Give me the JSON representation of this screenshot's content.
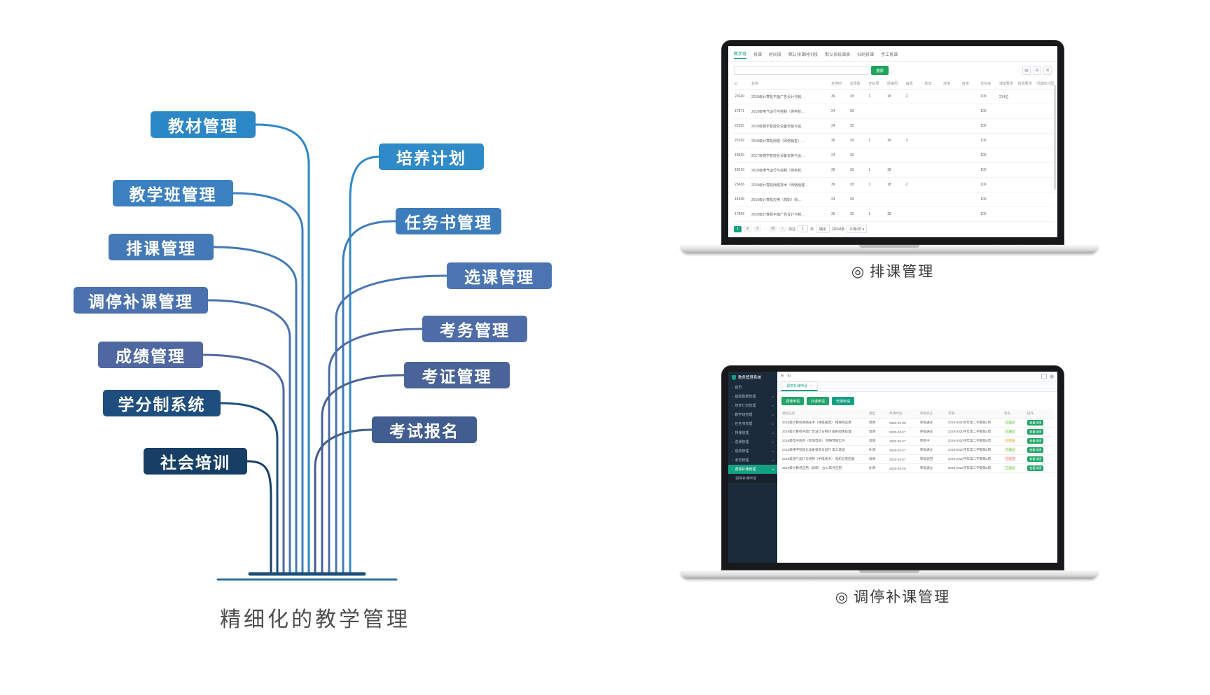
{
  "diagram": {
    "caption": "精细化的教学管理",
    "left_nodes": [
      {
        "label": "教材管理",
        "color": "#2c87c7"
      },
      {
        "label": "教学班管理",
        "color": "#3b80c0"
      },
      {
        "label": "排课管理",
        "color": "#4379b7"
      },
      {
        "label": "调停补课管理",
        "color": "#4b72af"
      },
      {
        "label": "成绩管理",
        "color": "#4f68a2"
      },
      {
        "label": "学分制系统",
        "color": "#1e4e7e"
      },
      {
        "label": "社会培训",
        "color": "#173f66"
      }
    ],
    "right_nodes": [
      {
        "label": "培养计划",
        "color": "#2f8ac8"
      },
      {
        "label": "任务书管理",
        "color": "#3e7dbc"
      },
      {
        "label": "选课管理",
        "color": "#4a75b2"
      },
      {
        "label": "考务管理",
        "color": "#4e6ca8"
      },
      {
        "label": "考证管理",
        "color": "#4a6398"
      },
      {
        "label": "考试报名",
        "color": "#425e90"
      }
    ]
  },
  "laptop1": {
    "caption_bullet": "◎",
    "caption": "排课管理",
    "tabs": [
      "教学班",
      "排课",
      "时间段",
      "默认排课时间段",
      "默认系统课表",
      "扫码排课",
      "手工排课"
    ],
    "search_button": "搜索",
    "tool_icons": [
      "▤",
      "⊞",
      "≣"
    ],
    "table": {
      "headers": [
        "id",
        "名称",
        "总学时",
        "总周数",
        "开始周",
        "结束周",
        "每周",
        "单双",
        "连排",
        "自排",
        "优先级",
        "课室要求",
        "时段要求",
        "问题的分配"
      ],
      "rows": [
        [
          "22640",
          "2018级计算机平面广告设计与制…",
          "36",
          "18",
          "1",
          "18",
          "2",
          "",
          "",
          "",
          "100",
          "214位",
          "",
          ""
        ],
        [
          "17871",
          "2019级电气运行与控制（供电技…",
          "24",
          "18",
          "",
          "",
          "",
          "",
          "",
          "",
          "100",
          "",
          "",
          ""
        ],
        [
          "22255",
          "2018级楼宇智能化设备安装与运…",
          "24",
          "18",
          "",
          "",
          "",
          "",
          "",
          "",
          "100",
          "",
          "",
          ""
        ],
        [
          "23169",
          "2018级计算机网络（网络销售）…",
          "36",
          "18",
          "1",
          "18",
          "2",
          "",
          "",
          "",
          "100",
          "",
          "",
          ""
        ],
        [
          "19820",
          "2017级楼宇智能化设备安装与运…",
          "24",
          "18",
          "",
          "",
          "",
          "",
          "",
          "",
          "100",
          "",
          "",
          ""
        ],
        [
          "18019",
          "2018级电气运行与控制（供电技…",
          "36",
          "18",
          "1",
          "18",
          "",
          "",
          "",
          "",
          "100",
          "",
          "",
          ""
        ],
        [
          "23436",
          "2018级计算机网络技术（网络组建…",
          "36",
          "18",
          "1",
          "18",
          "2",
          "",
          "",
          "",
          "100",
          "",
          "",
          ""
        ],
        [
          "18338",
          "2019级计算机应用（高职）综…",
          "24",
          "18",
          "",
          "",
          "",
          "",
          "",
          "",
          "100",
          "",
          "",
          ""
        ],
        [
          "17869",
          "2018级计算机平面广告设计与制…",
          "36",
          "18",
          "1",
          "18",
          "",
          "",
          "",
          "",
          "100",
          "",
          "",
          ""
        ]
      ]
    },
    "pagination": {
      "pages": [
        "1",
        "2",
        "3",
        "…",
        "70"
      ],
      "next": "›",
      "jump_label": "前往",
      "jump_value": "1",
      "jump_suffix": "页",
      "confirm": "确定",
      "total": "共694条",
      "per_page": "10条/页"
    }
  },
  "laptop2": {
    "caption_bullet": "◎",
    "caption": "调停补课管理",
    "sidebar": {
      "brand": "教务管理系统",
      "items": [
        "首页",
        "基础数据管理",
        "培养计划管理",
        "教学班管理",
        "任务书管理",
        "排课管理",
        "选课管理",
        "成绩管理",
        "考务管理",
        "调停补课管理",
        "调停补课申请"
      ]
    },
    "topbar": {
      "hamburger": "≡",
      "refresh": "↻"
    },
    "tab": "调停补课申请",
    "tab_close": "×",
    "buttons": [
      {
        "label": "调课申请",
        "color": "#21a569"
      },
      {
        "label": "补课申请",
        "color": "#21a569"
      },
      {
        "label": "代课申请",
        "color": "#14a083"
      }
    ],
    "table": {
      "headers": [
        "课程信息",
        "类型",
        "申请时间",
        "审批状态",
        "学期",
        "状态",
        "操作"
      ],
      "rows": [
        [
          "2018级计算机网络技术（网络组建） 物联网应用",
          "调课",
          "2020-03-30",
          "审批通过",
          "2019-2020学年第二学期第4周",
          {
            "t": "已通过",
            "c": "#67c23a",
            "bg": "#f0f9eb"
          },
          "查看详情"
        ],
        [
          "2018级计算机平面广告设计与制作 图形图像处理",
          "调课",
          "2020-03-27",
          "审批通过",
          "2019-2020学年第二学期第4周",
          {
            "t": "已通过",
            "c": "#67c23a",
            "bg": "#f0f9eb"
          },
          "查看详情"
        ],
        [
          "2019级电子商务（跨境电商） 网络营销实务",
          "调课",
          "2020-03-27",
          "审批中",
          "2019-2020学年第二学期第5周",
          {
            "t": "待审核",
            "c": "#e6a23c",
            "bg": "#fdf6ec"
          },
          "查看详情"
        ],
        [
          "2018级楼宇智能化设备安装与运行 电工基础",
          "补课",
          "2020-03-27",
          "审批通过",
          "2019-2020学年第二学期第5周",
          {
            "t": "已通过",
            "c": "#67c23a",
            "bg": "#f0f9eb"
          },
          "查看详情"
        ],
        [
          "2018级电气运行与控制（供电技术） 电机与变压器",
          "调课",
          "2020-03-27",
          "审批驳回",
          "2019-2020学年第二学期第6周",
          {
            "t": "已驳回",
            "c": "#f56c6c",
            "bg": "#fef0f0"
          },
          "查看详情"
        ],
        [
          "2019级计算机应用（高职） 办公软件应用",
          "补课",
          "2020-03-26",
          "审批通过",
          "2019-2020学年第二学期第6周",
          {
            "t": "已通过",
            "c": "#67c23a",
            "bg": "#f0f9eb"
          },
          "查看详情"
        ]
      ]
    }
  }
}
